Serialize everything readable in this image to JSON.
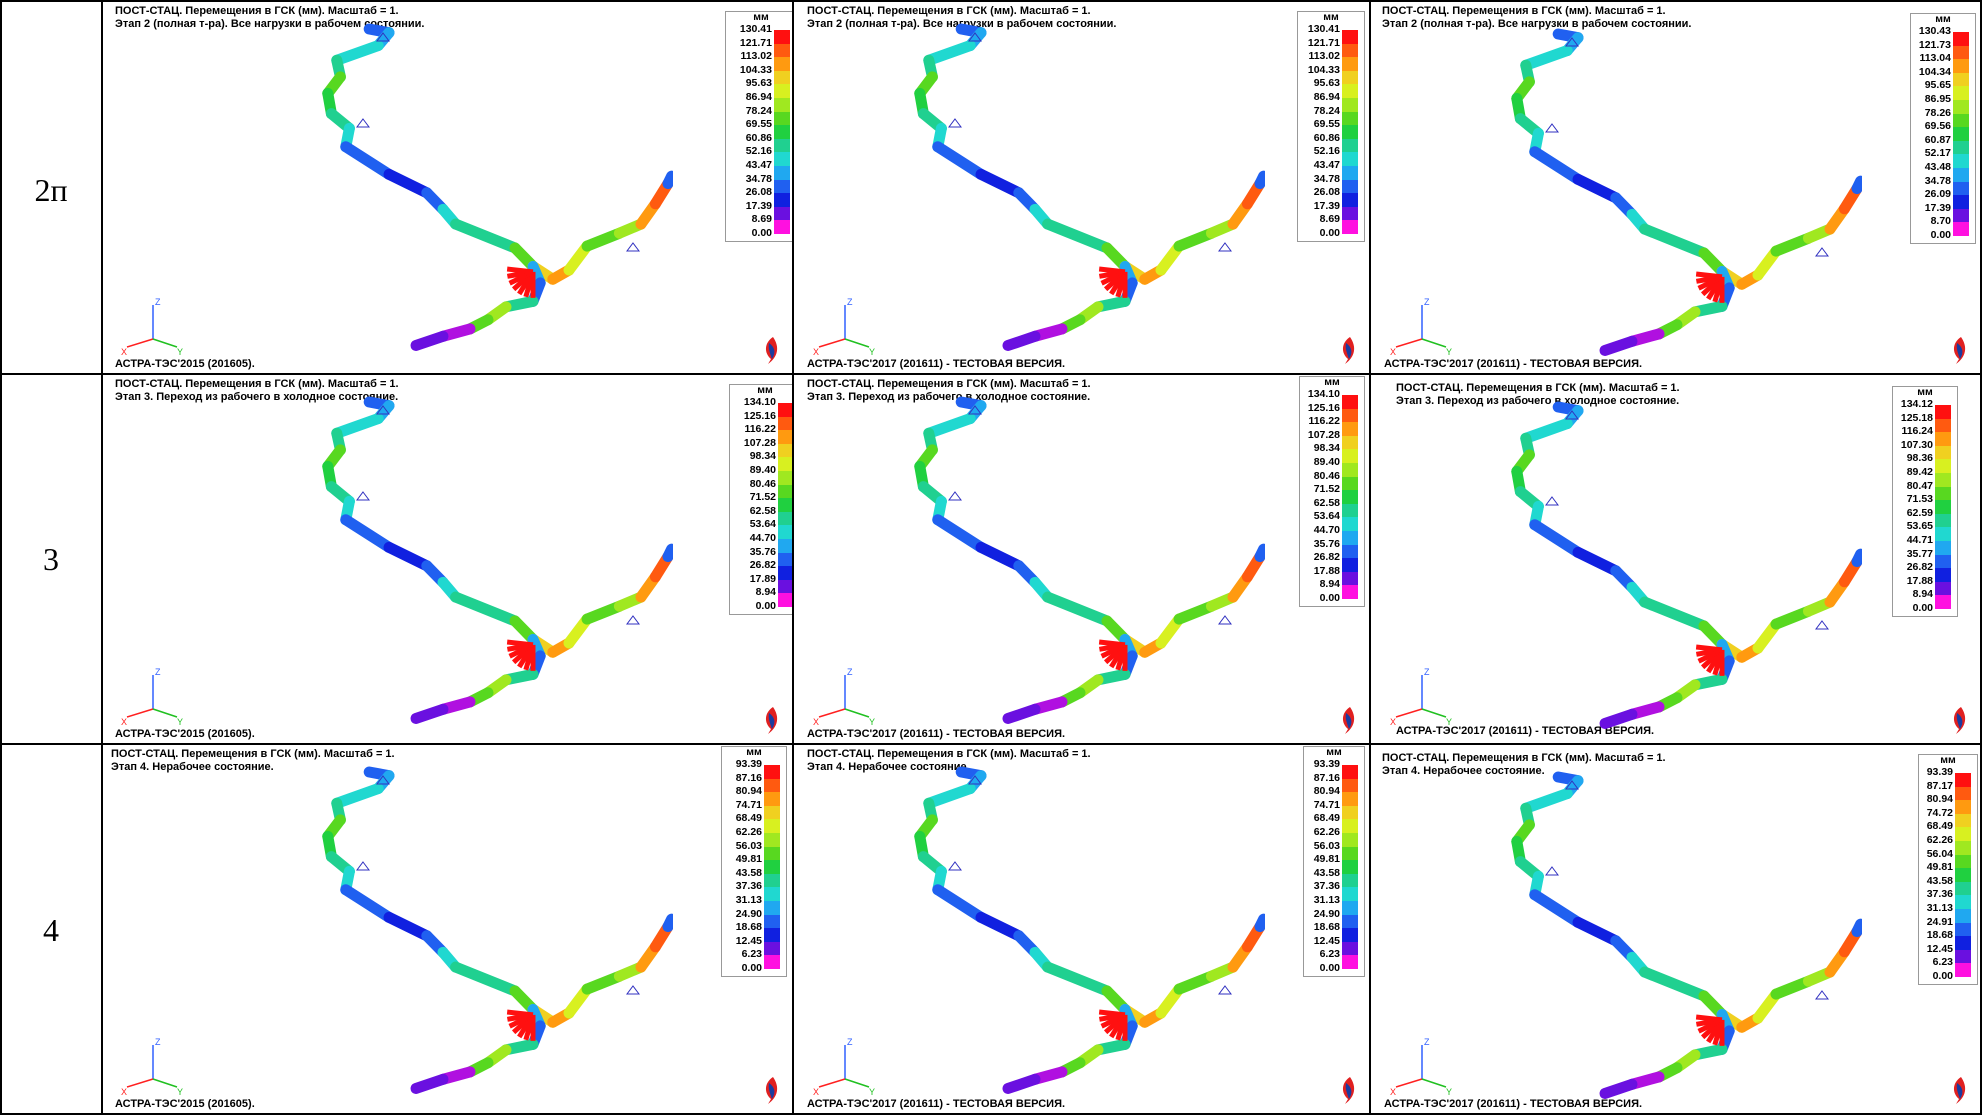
{
  "rows": [
    {
      "label": "2п",
      "panels": [
        {
          "title1": "ПОСТ-СТАЦ. Перемещения в ГСК (мм). Масштаб = 1.",
          "title2": "Этап 2 (полная т-ра). Все нагрузки в рабочем состоянии.",
          "footer": "АСТРА-ТЭС'2015 (201605).",
          "unit": "мм",
          "values": [
            "130.41",
            "121.71",
            "113.02",
            "104.33",
            "95.63",
            "86.94",
            "78.24",
            "69.55",
            "60.86",
            "52.16",
            "43.47",
            "34.78",
            "26.08",
            "17.39",
            "8.69",
            "0.00"
          ]
        },
        {
          "title1": "ПОСТ-СТАЦ. Перемещения в ГСК (мм). Масштаб = 1.",
          "title2": "Этап 2 (полная т-ра). Все нагрузки в рабочем состоянии.",
          "footer": "АСТРА-ТЭС'2017 (201611) - ТЕСТОВАЯ ВЕРСИЯ.",
          "unit": "мм",
          "values": [
            "130.41",
            "121.71",
            "113.02",
            "104.33",
            "95.63",
            "86.94",
            "78.24",
            "69.55",
            "60.86",
            "52.16",
            "43.47",
            "34.78",
            "26.08",
            "17.39",
            "8.69",
            "0.00"
          ]
        },
        {
          "title1": "ПОСТ-СТАЦ. Перемещения в ГСК (мм). Масштаб = 1.",
          "title2": "Этап 2 (полная т-ра). Все нагрузки в рабочем состоянии.",
          "footer": "АСТРА-ТЭС'2017 (201611) - ТЕСТОВАЯ ВЕРСИЯ.",
          "unit": "мм",
          "values": [
            "130.43",
            "121.73",
            "113.04",
            "104.34",
            "95.65",
            "86.95",
            "78.26",
            "69.56",
            "60.87",
            "52.17",
            "43.48",
            "34.78",
            "26.09",
            "17.39",
            "8.70",
            "0.00"
          ]
        }
      ]
    },
    {
      "label": "3",
      "panels": [
        {
          "title1": "ПОСТ-СТАЦ. Перемещения в ГСК (мм). Масштаб = 1.",
          "title2": "Этап 3. Переход из рабочего в холодное состояние.",
          "footer": "АСТРА-ТЭС'2015 (201605).",
          "unit": "мм",
          "values": [
            "134.10",
            "125.16",
            "116.22",
            "107.28",
            "98.34",
            "89.40",
            "80.46",
            "71.52",
            "62.58",
            "53.64",
            "44.70",
            "35.76",
            "26.82",
            "17.89",
            "8.94",
            "0.00"
          ]
        },
        {
          "title1": "ПОСТ-СТАЦ. Перемещения в ГСК (мм). Масштаб = 1.",
          "title2": "Этап 3. Переход из рабочего в холодное состояние.",
          "footer": "АСТРА-ТЭС'2017 (201611) - ТЕСТОВАЯ ВЕРСИЯ.",
          "unit": "мм",
          "values": [
            "134.10",
            "125.16",
            "116.22",
            "107.28",
            "98.34",
            "89.40",
            "80.46",
            "71.52",
            "62.58",
            "53.64",
            "44.70",
            "35.76",
            "26.82",
            "17.88",
            "8.94",
            "0.00"
          ]
        },
        {
          "title1": "ПОСТ-СТАЦ. Перемещения в ГСК (мм). Масштаб = 1.",
          "title2": "Этап 3. Переход из рабочего в холодное состояние.",
          "footer": "АСТРА-ТЭС'2017 (201611) - ТЕСТОВАЯ ВЕРСИЯ.",
          "unit": "мм",
          "values": [
            "134.12",
            "125.18",
            "116.24",
            "107.30",
            "98.36",
            "89.42",
            "80.47",
            "71.53",
            "62.59",
            "53.65",
            "44.71",
            "35.77",
            "26.82",
            "17.88",
            "8.94",
            "0.00"
          ]
        }
      ]
    },
    {
      "label": "4",
      "panels": [
        {
          "title1": "ПОСТ-СТАЦ. Перемещения в ГСК (мм). Масштаб = 1.",
          "title2": "Этап 4. Нерабочее состояние.",
          "footer": "АСТРА-ТЭС'2015 (201605).",
          "unit": "мм",
          "values": [
            "93.39",
            "87.16",
            "80.94",
            "74.71",
            "68.49",
            "62.26",
            "56.03",
            "49.81",
            "43.58",
            "37.36",
            "31.13",
            "24.90",
            "18.68",
            "12.45",
            "6.23",
            "0.00"
          ]
        },
        {
          "title1": "ПОСТ-СТАЦ. Перемещения в ГСК (мм). Масштаб = 1.",
          "title2": "Этап 4. Нерабочее состояние.",
          "footer": "АСТРА-ТЭС'2017 (201611) - ТЕСТОВАЯ ВЕРСИЯ.",
          "unit": "мм",
          "values": [
            "93.39",
            "87.16",
            "80.94",
            "74.71",
            "68.49",
            "62.26",
            "56.03",
            "49.81",
            "43.58",
            "37.36",
            "31.13",
            "24.90",
            "18.68",
            "12.45",
            "6.23",
            "0.00"
          ]
        },
        {
          "title1": "ПОСТ-СТАЦ. Перемещения в ГСК (мм). Масштаб = 1.",
          "title2": "Этап 4. Нерабочее состояние.",
          "footer": "АСТРА-ТЭС'2017 (201611) - ТЕСТОВАЯ ВЕРСИЯ.",
          "unit": "мм",
          "values": [
            "93.39",
            "87.17",
            "80.94",
            "74.72",
            "68.49",
            "62.26",
            "56.04",
            "49.81",
            "43.58",
            "37.36",
            "31.13",
            "24.91",
            "18.68",
            "12.45",
            "6.23",
            "0.00"
          ]
        }
      ]
    }
  ],
  "scale_colors": [
    "#ff1010",
    "#ff5a10",
    "#ff9a10",
    "#f0d020",
    "#d8f020",
    "#a0e820",
    "#58d820",
    "#20d040",
    "#20d090",
    "#20d8d0",
    "#20a8f0",
    "#2060f0",
    "#1020e0",
    "#6a10e0",
    "#b010e0",
    "#ff10e0"
  ],
  "axis_labels": {
    "z": "Z",
    "x": "X",
    "y": "Y"
  }
}
